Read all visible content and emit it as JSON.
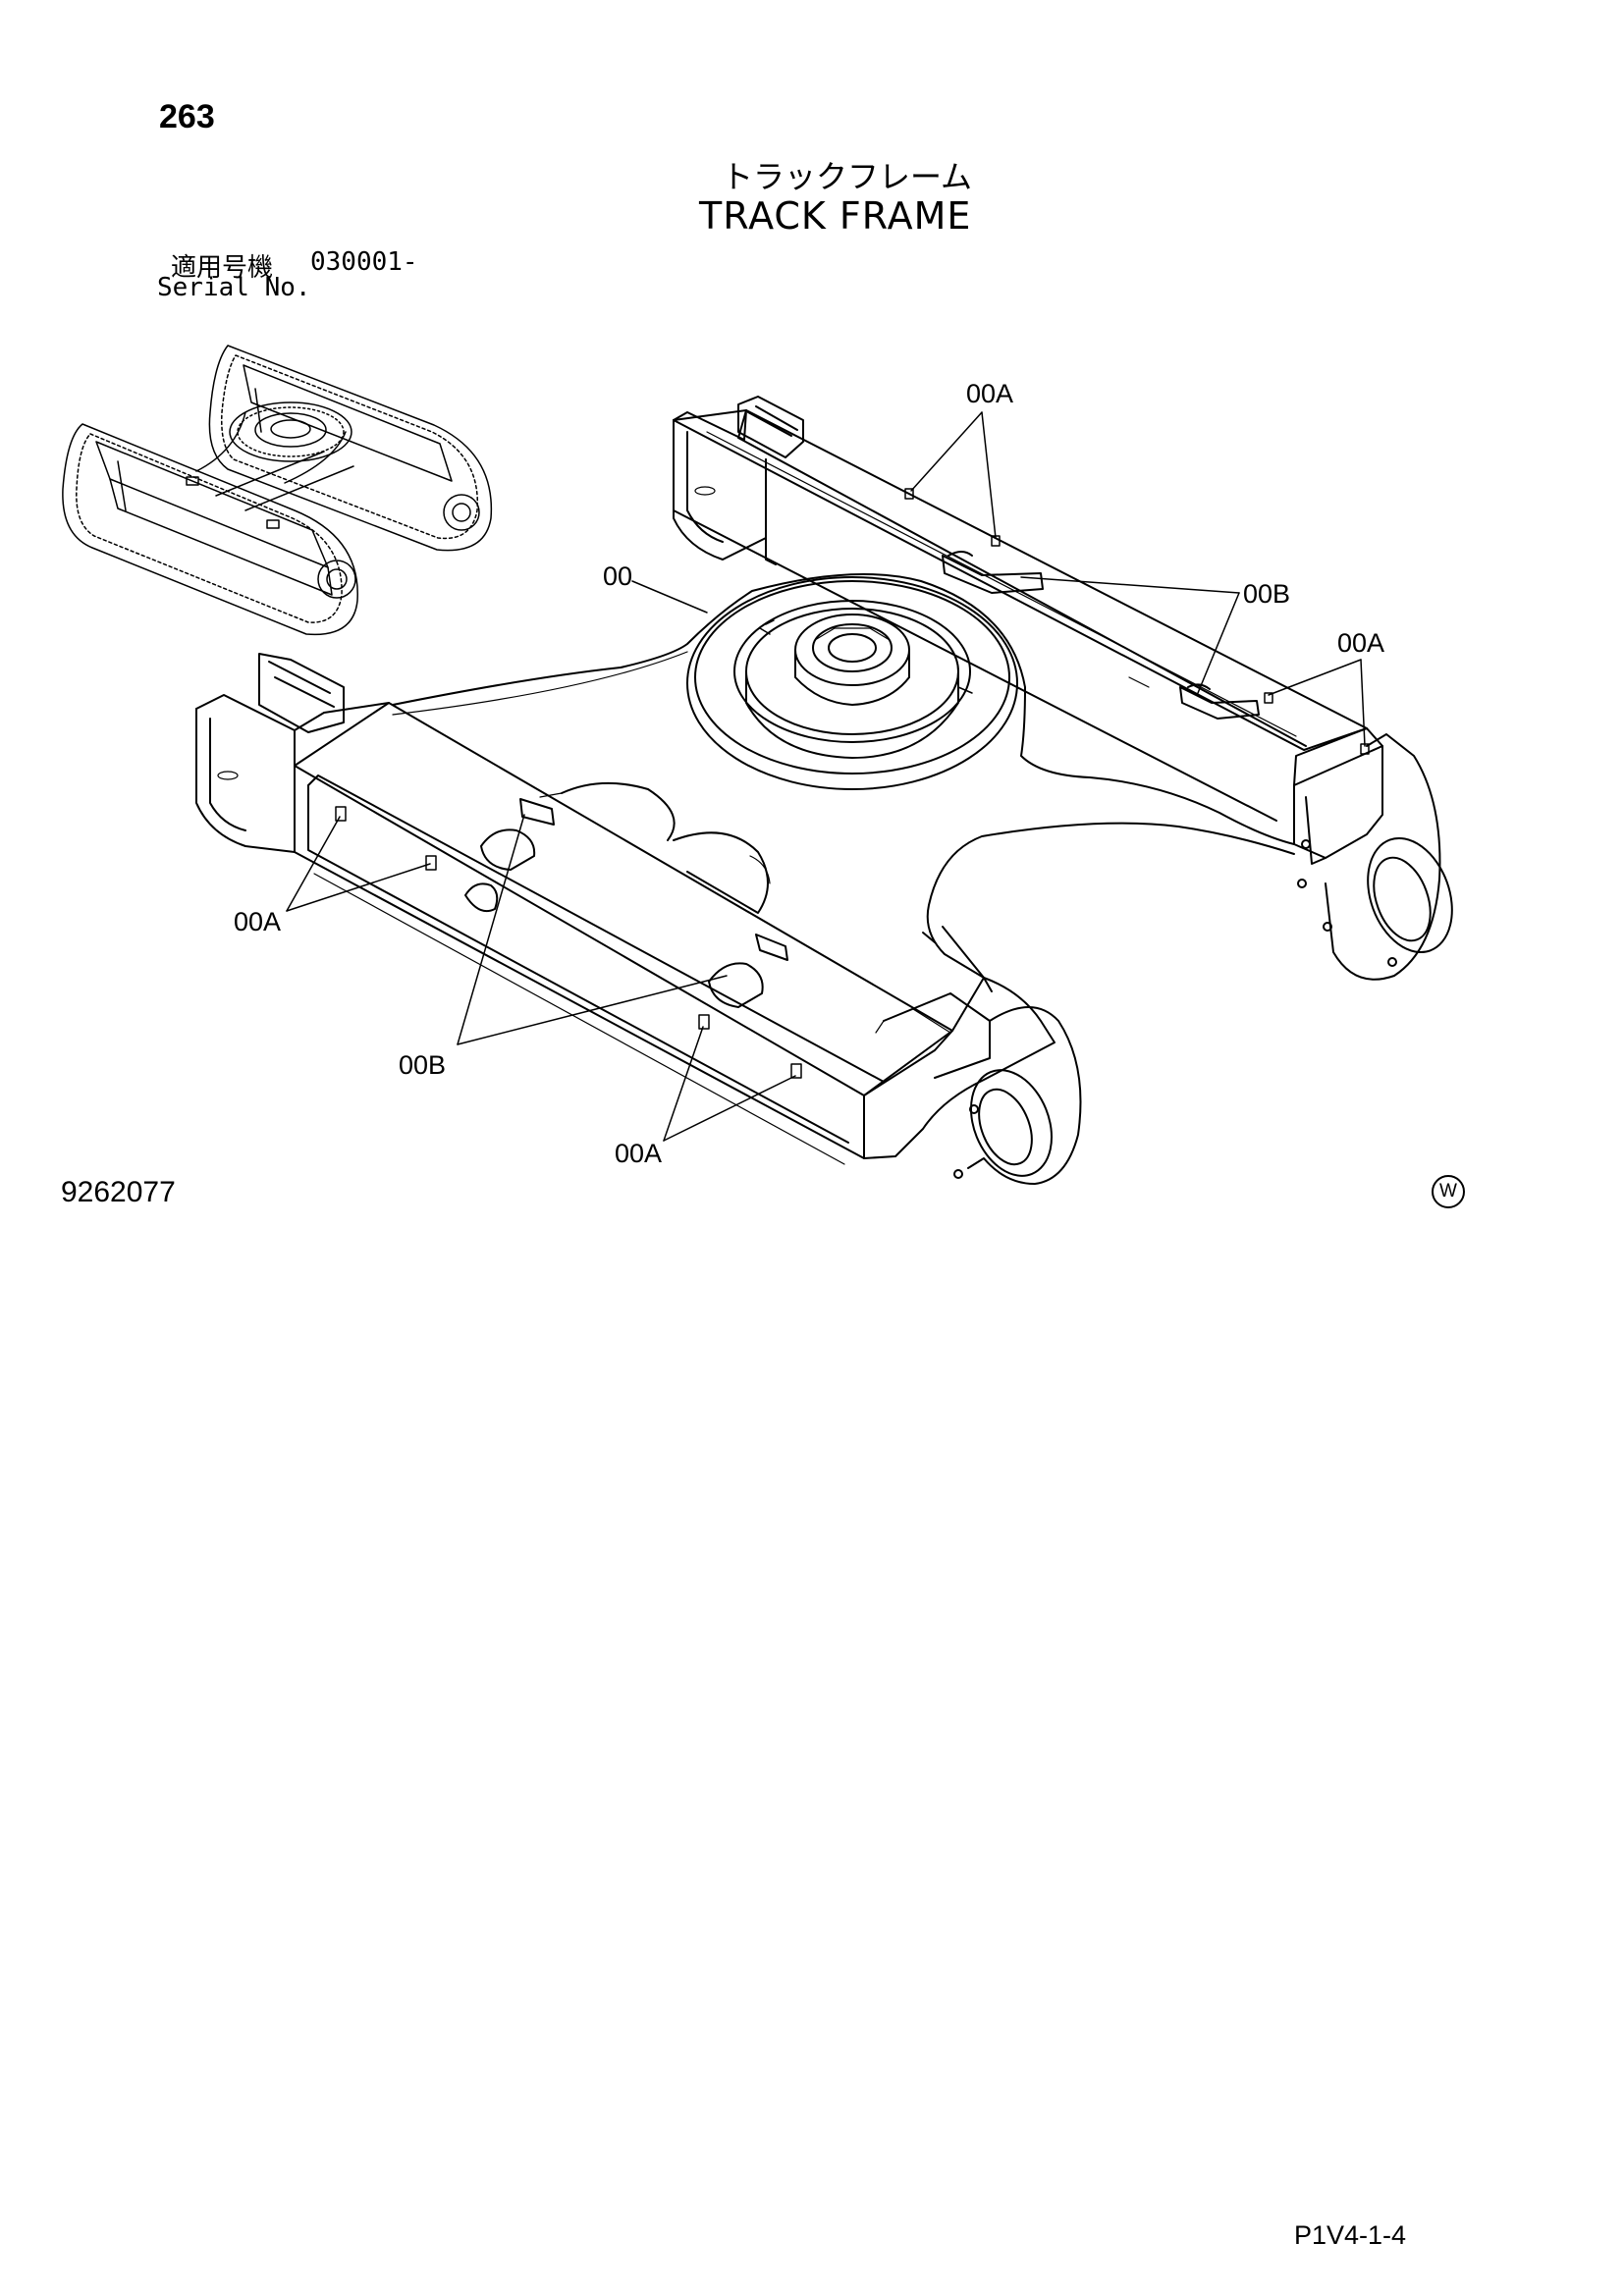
{
  "header": {
    "page_number": "263",
    "title_jp": "トラックフレーム",
    "title_en": "TRACK FRAME",
    "serial_label_jp": "適用号機",
    "serial_value": "030001-",
    "serial_label_en": "Serial No."
  },
  "callouts": {
    "main_frame": "00",
    "bolt_top": "00A",
    "plate_top": "00B",
    "bolt_right": "00A",
    "bolt_left": "00A",
    "plate_bottom": "00B",
    "bolt_bottom": "00A"
  },
  "footer": {
    "figure_number": "9262077",
    "w_mark": "W",
    "page_code": "P1V4-1-4"
  }
}
